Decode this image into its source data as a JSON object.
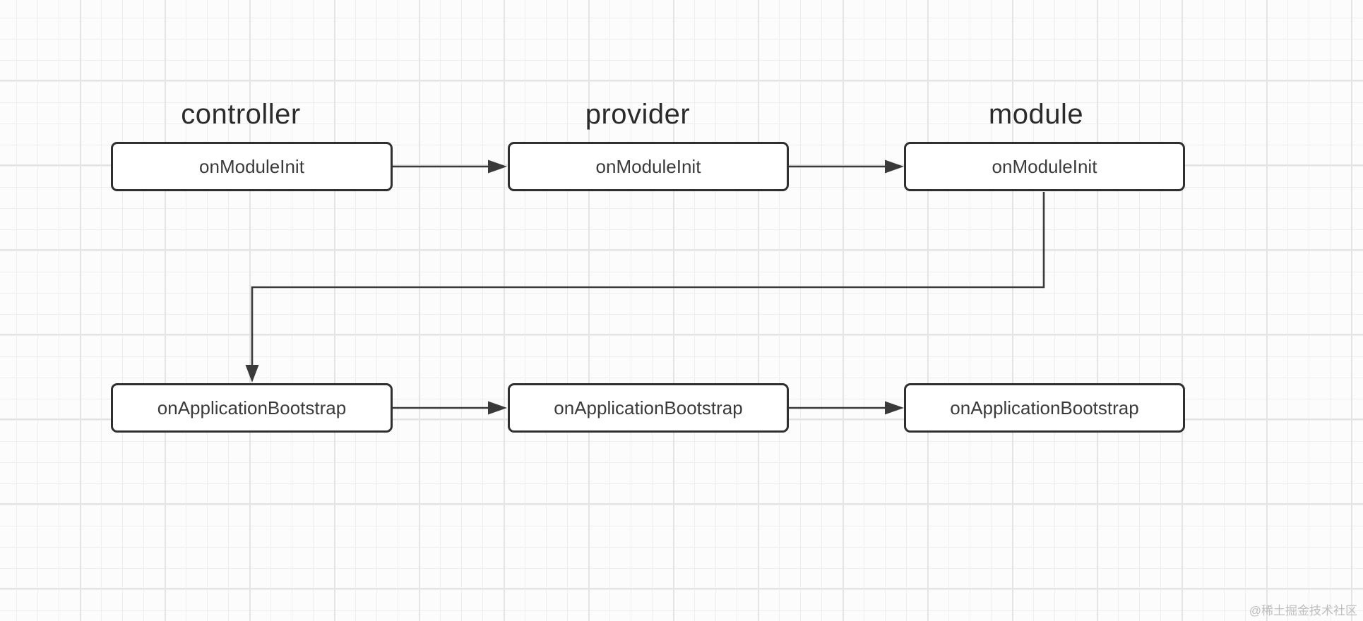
{
  "diagram": {
    "columns": [
      {
        "header": "controller",
        "nodes": [
          "onModuleInit",
          "onApplicationBootstrap"
        ]
      },
      {
        "header": "provider",
        "nodes": [
          "onModuleInit",
          "onApplicationBootstrap"
        ]
      },
      {
        "header": "module",
        "nodes": [
          "onModuleInit",
          "onApplicationBootstrap"
        ]
      }
    ],
    "edges": [
      {
        "from": "controller.onModuleInit",
        "to": "provider.onModuleInit"
      },
      {
        "from": "provider.onModuleInit",
        "to": "module.onModuleInit"
      },
      {
        "from": "module.onModuleInit",
        "to": "controller.onApplicationBootstrap"
      },
      {
        "from": "controller.onApplicationBootstrap",
        "to": "provider.onApplicationBootstrap"
      },
      {
        "from": "provider.onApplicationBootstrap",
        "to": "module.onApplicationBootstrap"
      }
    ]
  },
  "watermark": {
    "text": "@稀土掘金技术社区"
  },
  "colors": {
    "background": "#fcfcfc",
    "grid_minor": "#eeeef0",
    "grid_major": "#e4e4e7",
    "node_border": "#2f2f2f",
    "node_fill": "#ffffff",
    "node_text": "#3b3b3b",
    "header_text": "#2b2b2b",
    "arrow": "#3a3a3a",
    "watermark_text": "#bdbdc2"
  }
}
